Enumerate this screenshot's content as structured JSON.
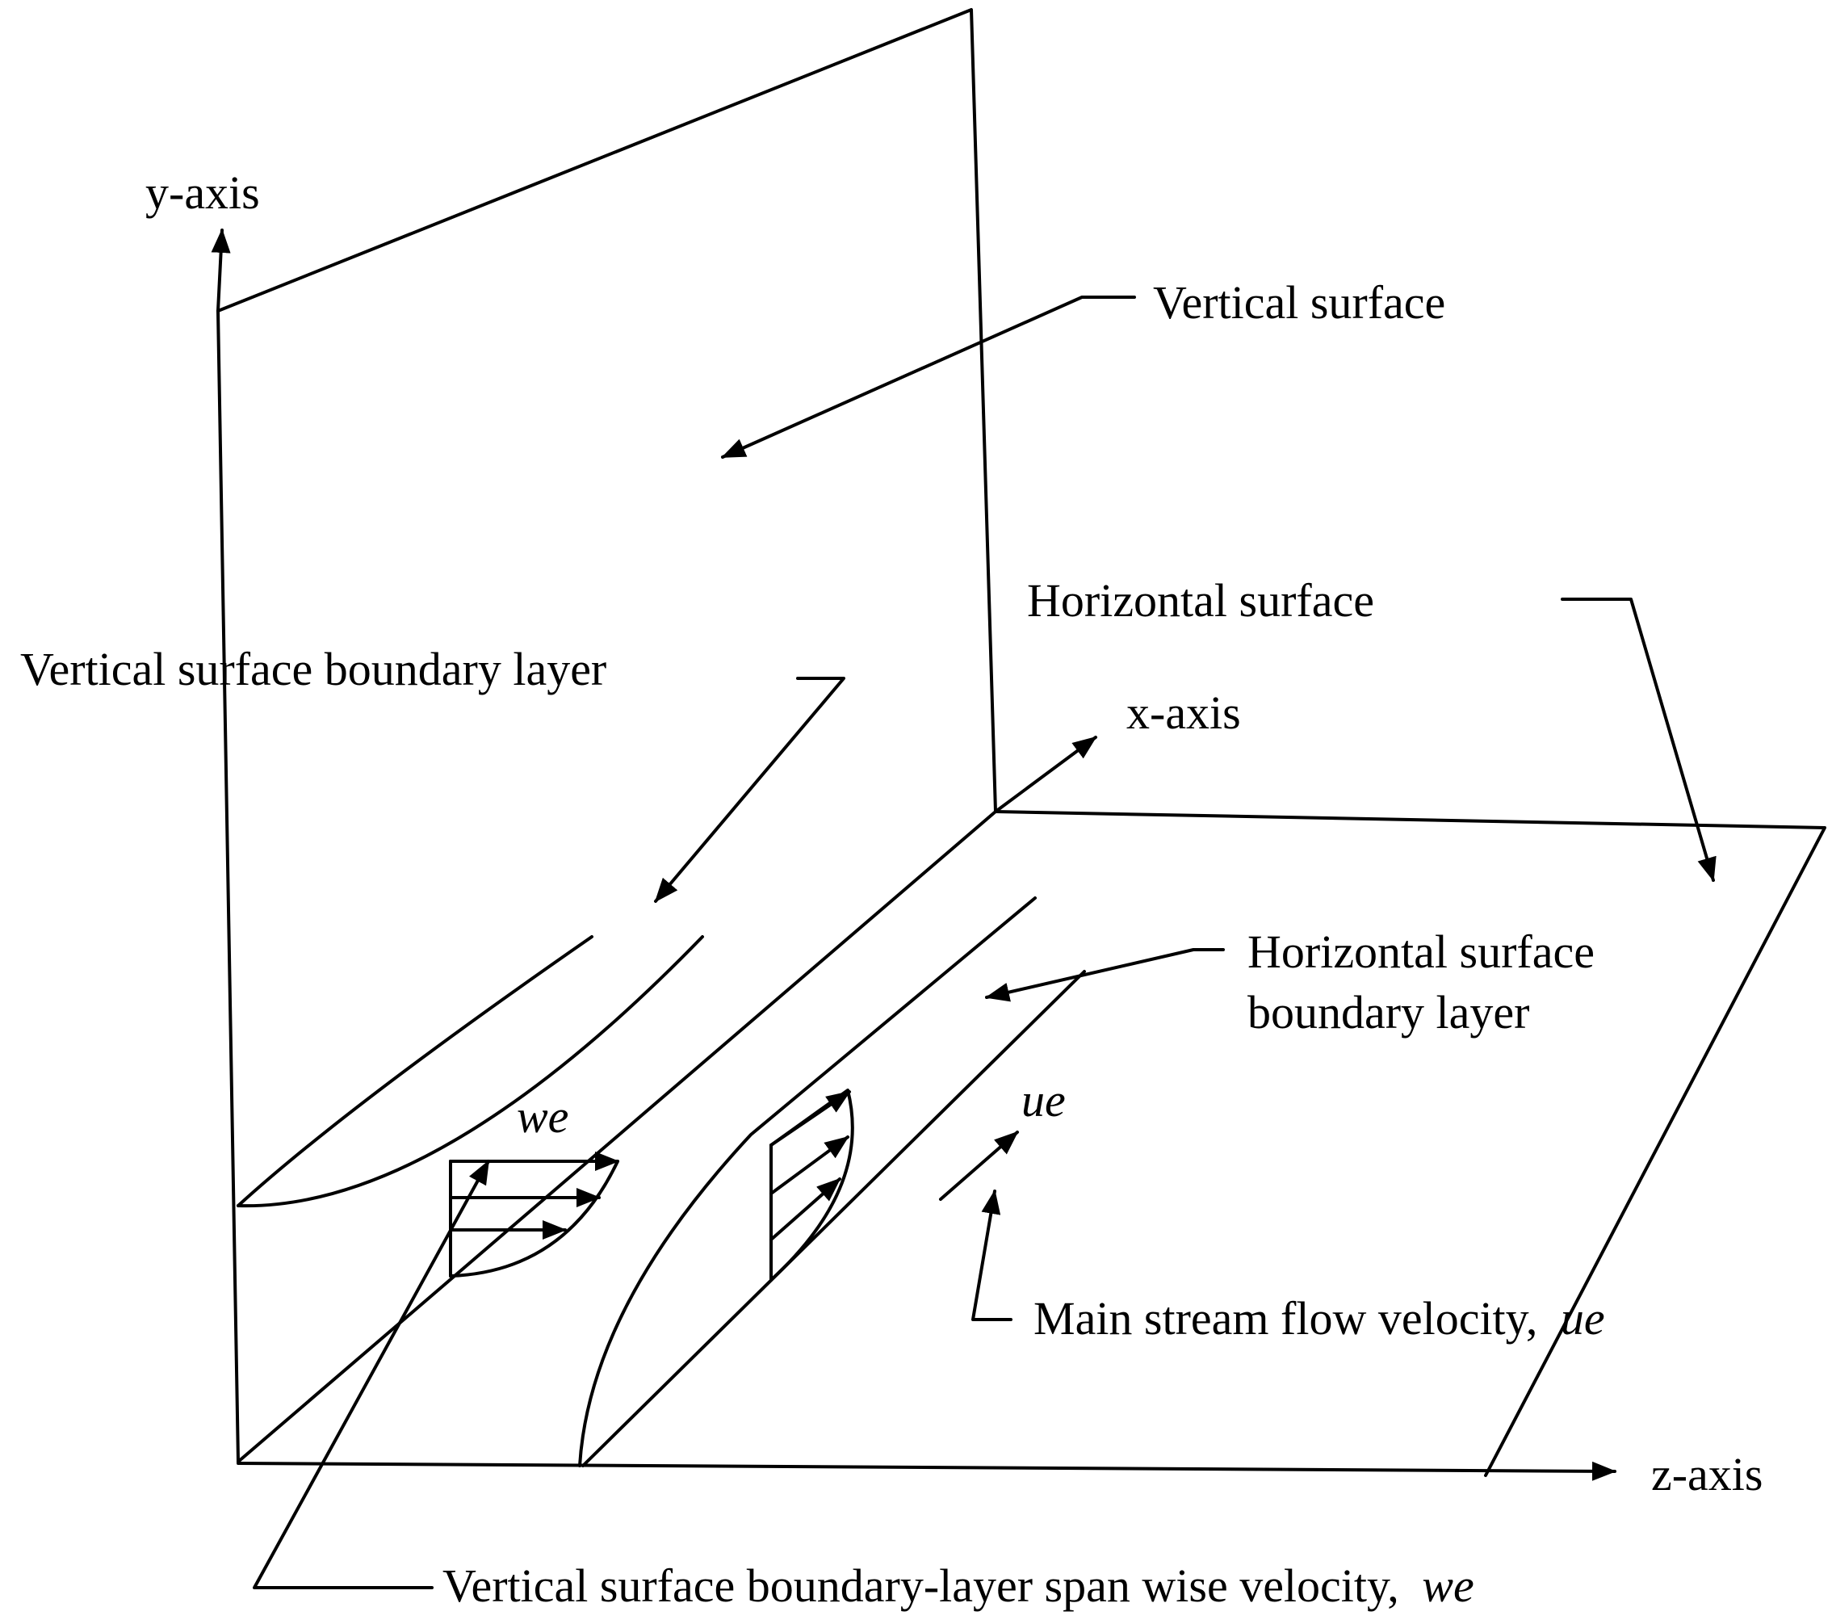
{
  "labels": {
    "y_axis": "y-axis",
    "x_axis": "x-axis",
    "z_axis": "z-axis",
    "vertical_surface": "Vertical surface",
    "horizontal_surface": "Horizontal surface",
    "vertical_surface_boundary_layer": "Vertical surface boundary layer",
    "horizontal_surface_boundary_layer_line1": "Horizontal surface",
    "horizontal_surface_boundary_layer_line2": "boundary layer",
    "we_symbol": "we",
    "ue_symbol": "ue",
    "main_stream_prefix": "Main stream flow velocity,",
    "main_stream_symbol": "ue",
    "spanwise_prefix": "Vertical surface boundary-layer span wise velocity,",
    "spanwise_symbol": "we"
  },
  "colors": {
    "ink": "#000000",
    "background": "#ffffff"
  }
}
